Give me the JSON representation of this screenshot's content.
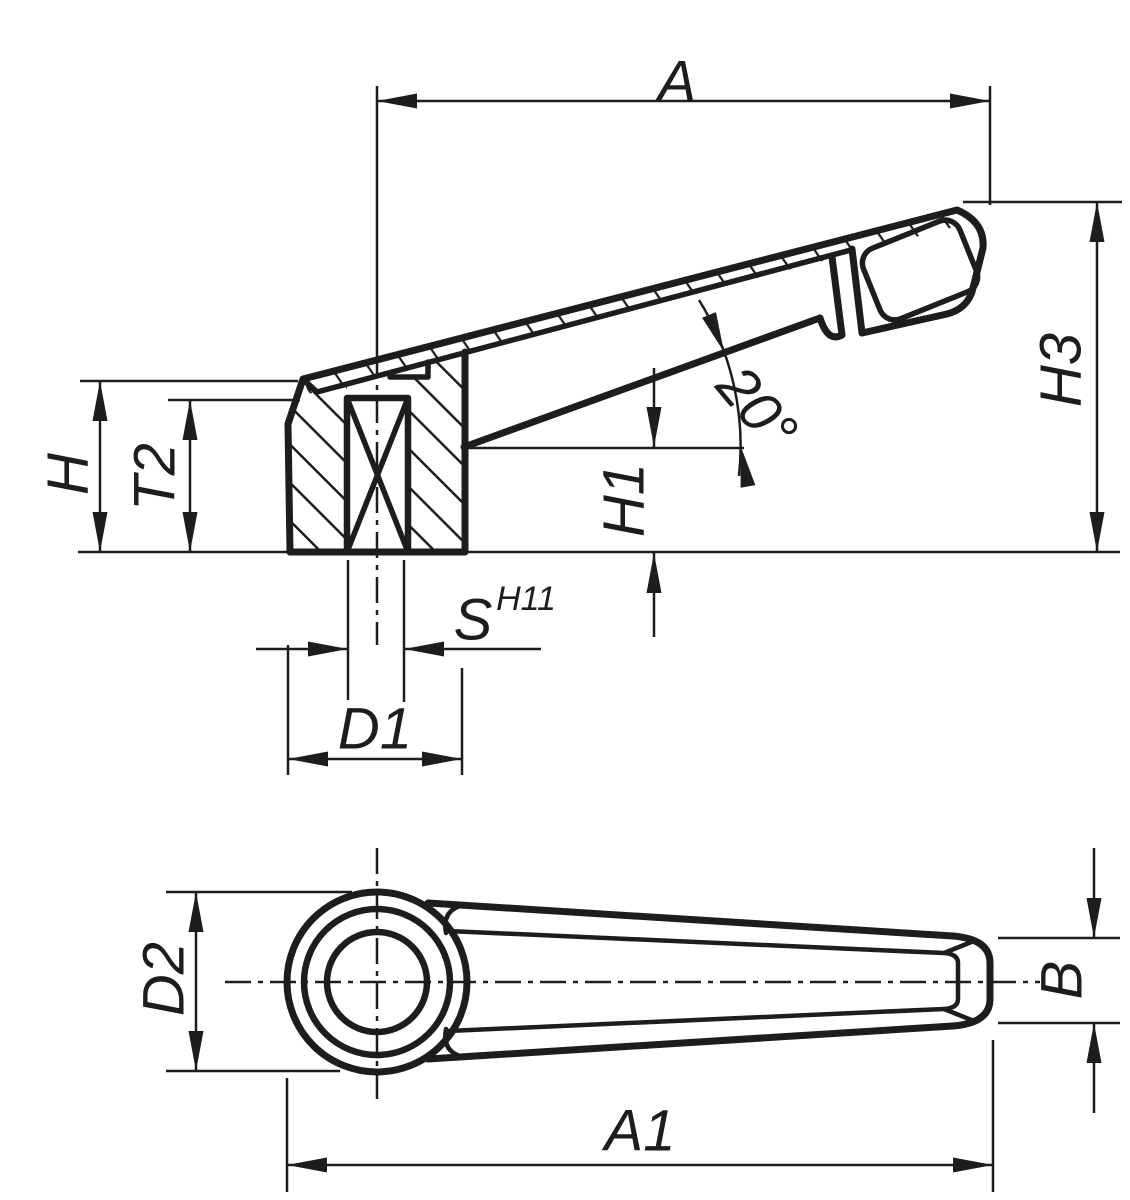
{
  "drawing": {
    "description": "Two-view technical drawing of a clamping lever",
    "ink_color": "#1d1d1b",
    "background_color": "#ffffff",
    "side_view": {
      "labels": {
        "length_a": "A",
        "height_h3": "H3",
        "height_h": "H",
        "depth_t2": "T2",
        "height_h1": "H1",
        "angle": "20°",
        "slot_s": "S",
        "slot_s_tolerance": "H11",
        "dia_d1": "D1"
      }
    },
    "plan_view": {
      "labels": {
        "dia_d2": "D2",
        "width_b": "B",
        "length_a1": "A1"
      }
    }
  }
}
